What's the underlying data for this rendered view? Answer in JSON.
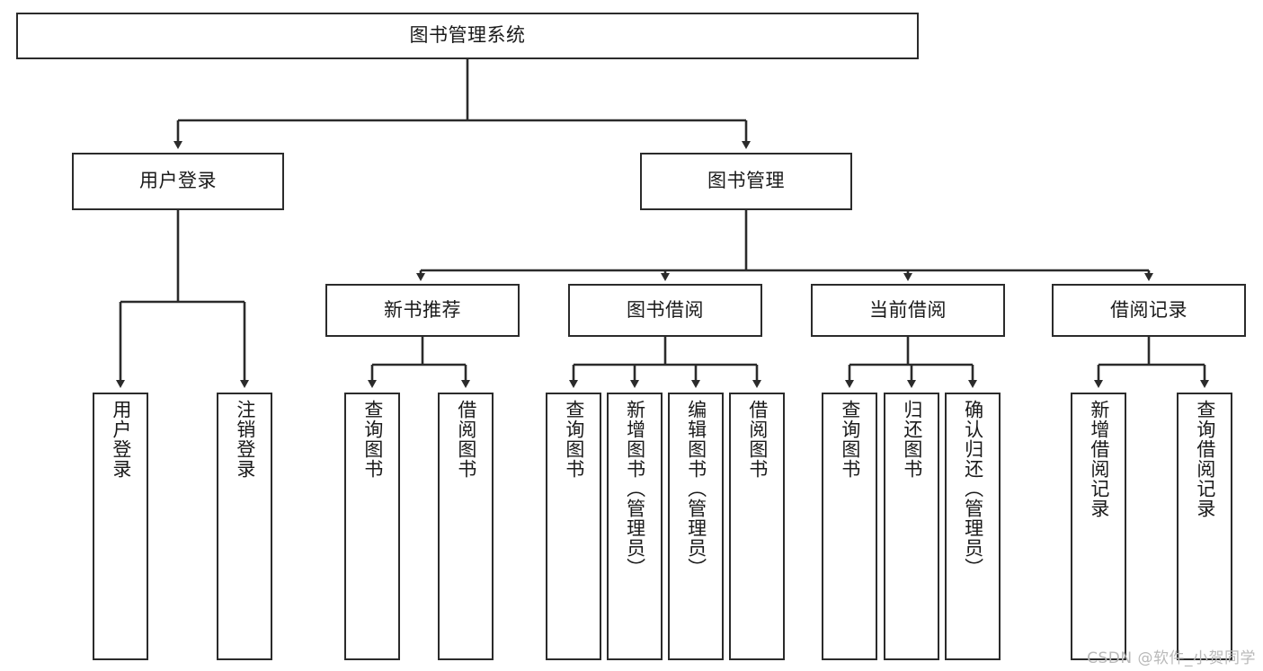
{
  "diagram": {
    "title": "图书管理系统",
    "type": "hierarchy-tree",
    "orientation": "top-down",
    "colors": {
      "node_border": "#2b2b2b",
      "node_fill": "#ffffff",
      "edge": "#2b2b2b",
      "text": "#1a1a1a",
      "watermark": "#b9b9b9",
      "background": "#ffffff"
    },
    "watermark": "CSDN @软件_小贺同学",
    "root": {
      "id": "root",
      "label": "图书管理系统",
      "text_direction": "horizontal"
    },
    "level2": [
      {
        "id": "user-login",
        "label": "用户登录",
        "text_direction": "horizontal"
      },
      {
        "id": "book-management",
        "label": "图书管理",
        "text_direction": "horizontal"
      }
    ],
    "level3": [
      {
        "id": "new-book-recommend",
        "label": "新书推荐",
        "parent": "book-management",
        "text_direction": "horizontal"
      },
      {
        "id": "book-borrow",
        "label": "图书借阅",
        "parent": "book-management",
        "text_direction": "horizontal"
      },
      {
        "id": "current-borrow",
        "label": "当前借阅",
        "parent": "book-management",
        "text_direction": "horizontal"
      },
      {
        "id": "borrow-record",
        "label": "借阅记录",
        "parent": "book-management",
        "text_direction": "horizontal"
      }
    ],
    "leaves": [
      {
        "id": "leaf-user-login",
        "label": "用户登录",
        "parent": "user-login",
        "text_direction": "vertical"
      },
      {
        "id": "leaf-logout-login",
        "label": "注销登录",
        "parent": "user-login",
        "text_direction": "vertical"
      },
      {
        "id": "leaf-query-book-1",
        "label": "查询图书",
        "parent": "new-book-recommend",
        "text_direction": "vertical"
      },
      {
        "id": "leaf-borrow-book-1",
        "label": "借阅图书",
        "parent": "new-book-recommend",
        "text_direction": "vertical"
      },
      {
        "id": "leaf-query-book-2",
        "label": "查询图书",
        "parent": "book-borrow",
        "text_direction": "vertical"
      },
      {
        "id": "leaf-add-book",
        "label": "新增图书（管理员）",
        "parent": "book-borrow",
        "text_direction": "vertical"
      },
      {
        "id": "leaf-edit-book",
        "label": "编辑图书（管理员）",
        "parent": "book-borrow",
        "text_direction": "vertical"
      },
      {
        "id": "leaf-borrow-book-2",
        "label": "借阅图书",
        "parent": "book-borrow",
        "text_direction": "vertical"
      },
      {
        "id": "leaf-query-book-3",
        "label": "查询图书",
        "parent": "current-borrow",
        "text_direction": "vertical"
      },
      {
        "id": "leaf-return-book",
        "label": "归还图书",
        "parent": "current-borrow",
        "text_direction": "vertical"
      },
      {
        "id": "leaf-confirm-return",
        "label": "确认归还（管理员）",
        "parent": "current-borrow",
        "text_direction": "vertical"
      },
      {
        "id": "leaf-add-record",
        "label": "新增借阅记录",
        "parent": "borrow-record",
        "text_direction": "vertical"
      },
      {
        "id": "leaf-query-record",
        "label": "查询借阅记录",
        "parent": "borrow-record",
        "text_direction": "vertical"
      }
    ]
  }
}
